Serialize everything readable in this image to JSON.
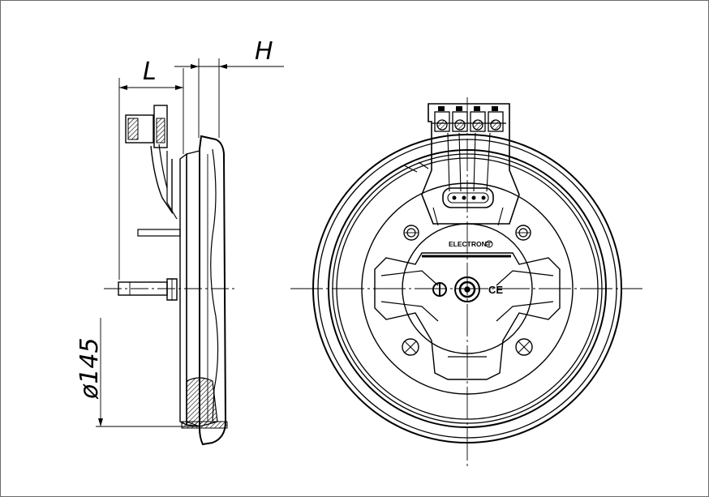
{
  "dimensions": {
    "height_label": "H",
    "length_label": "L",
    "diameter_label": "ø145"
  },
  "plate_labels": {
    "brand": "ELECTRON-",
    "ce_mark": "CE"
  },
  "colors": {
    "line": "#000000",
    "frame": "#6b6b6b"
  }
}
